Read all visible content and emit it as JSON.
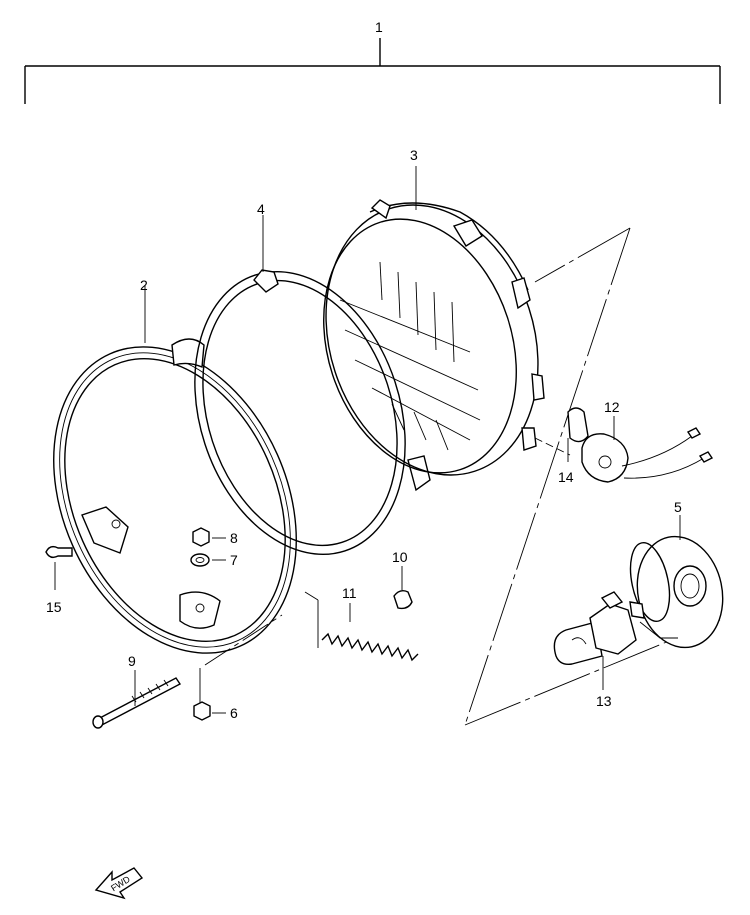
{
  "diagram": {
    "assembly_label": "1",
    "callouts": [
      {
        "id": "c2",
        "text": "2"
      },
      {
        "id": "c3",
        "text": "3"
      },
      {
        "id": "c4",
        "text": "4"
      },
      {
        "id": "c5",
        "text": "5"
      },
      {
        "id": "c6",
        "text": "6"
      },
      {
        "id": "c7",
        "text": "7"
      },
      {
        "id": "c8",
        "text": "8"
      },
      {
        "id": "c9",
        "text": "9"
      },
      {
        "id": "c10",
        "text": "10"
      },
      {
        "id": "c11",
        "text": "11"
      },
      {
        "id": "c12",
        "text": "12"
      },
      {
        "id": "c13",
        "text": "13"
      },
      {
        "id": "c14",
        "text": "14"
      },
      {
        "id": "c15",
        "text": "15"
      }
    ],
    "direction_arrow": "FWD"
  }
}
